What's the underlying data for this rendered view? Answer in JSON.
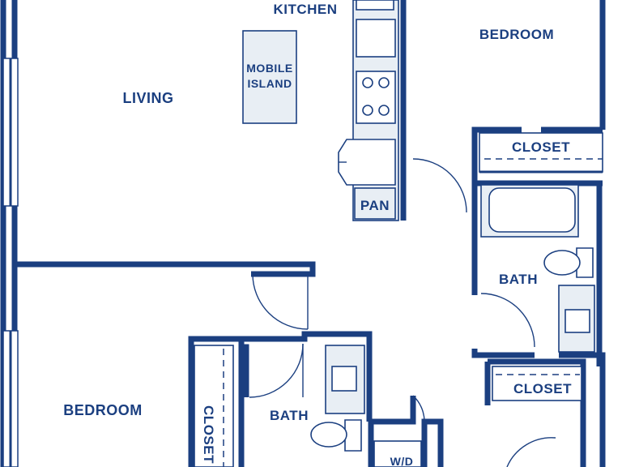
{
  "plan": {
    "rooms": {
      "kitchen": "KITCHEN",
      "living": "LIVING",
      "bedroom_top": "BEDROOM",
      "bedroom_bottom": "BEDROOM",
      "closet_top": "CLOSET",
      "closet_mid": "CLOSET",
      "closet_side": "CLOSET",
      "bath_right": "BATH",
      "bath_left": "BATH",
      "pantry": "PAN",
      "washer_dryer": "W/D"
    },
    "island_line1": "MOBILE",
    "island_line2": "ISLAND"
  },
  "colors": {
    "wall": "#1b3f80",
    "fixture_fill": "#e8eef4",
    "background": "#ffffff"
  }
}
